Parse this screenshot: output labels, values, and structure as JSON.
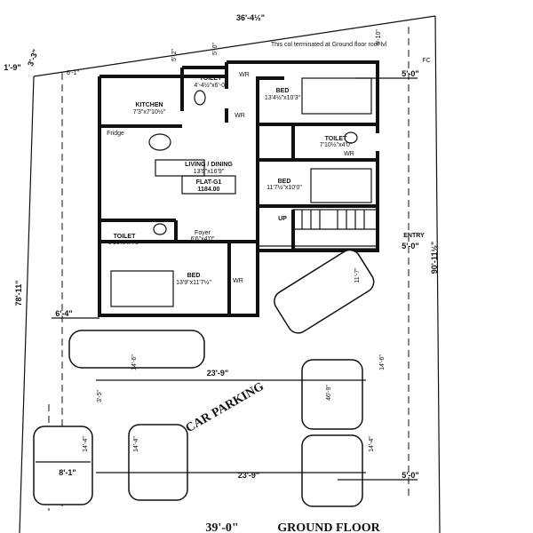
{
  "plan": {
    "sheet_title": "GROUND FLOOR",
    "flat_name": "FLAT-G1",
    "flat_area": "1184.00",
    "note": "This col terminated at Ground floor roof lvl",
    "fc_label": "FC",
    "up_label": "UP",
    "entry_label": "ENTRY",
    "car_parking_label": "CAR PARKING"
  },
  "rooms": {
    "toilet_top": {
      "name": "TOILET",
      "size": "4'-4½\"x6'-0\""
    },
    "kitchen": {
      "name": "KITCHEN",
      "size": "7'3\"x7'10½\""
    },
    "bed_top": {
      "name": "BED",
      "size": "13'4½\"x10'3\""
    },
    "toilet_mid": {
      "name": "TOILET",
      "size": "7'10½\"x4'0\""
    },
    "living": {
      "name": "LIVING / DINING",
      "size": "13'9\"x16'9\""
    },
    "bed_mid": {
      "name": "BED",
      "size": "11'7½\"x10'0\""
    },
    "foyer": {
      "name": "Foyer",
      "size": "6'6\"x4'0\""
    },
    "toilet_left": {
      "name": "TOILET",
      "size": "6'10½\"x4'0\""
    },
    "bed_bottom": {
      "name": "BED",
      "size": "13'9\"x11'7½\""
    }
  },
  "labels": {
    "wr": "WR",
    "fridge": "Fridge"
  },
  "dimensions": {
    "top_width": "36'-4½\"",
    "bottom_width": "39'-0\"",
    "left_depth": "78'-11\"",
    "right_depth": "90'-11½\"",
    "d_3_3": "3'-3\"",
    "d_1_9": "1'-9\"",
    "d_6_1": "6'-1\"",
    "d_5_2": "5'-2\"",
    "d_5_0_top": "5'-0\"",
    "d_8_10": "8'-10\"",
    "d_5_0_right": "5'-0\"",
    "d_5_0_entry": "5'-0\"",
    "d_5_0_bottom": "5'-0\"",
    "d_6_4": "6'-4\"",
    "d_11_7": "11'-7\"",
    "d_23_9_a": "23'-9\"",
    "d_23_9_b": "23'-9\"",
    "d_14_6_left": "14'-6\"",
    "d_14_6_right": "14'-6\"",
    "d_14_4_a": "14'-4\"",
    "d_14_4_b": "14'-4\"",
    "d_14_4_c": "14'-4\"",
    "d_3_5": "3'-5\"",
    "d_46_9": "46'-9\"",
    "d_8_1": "8'-1\""
  }
}
